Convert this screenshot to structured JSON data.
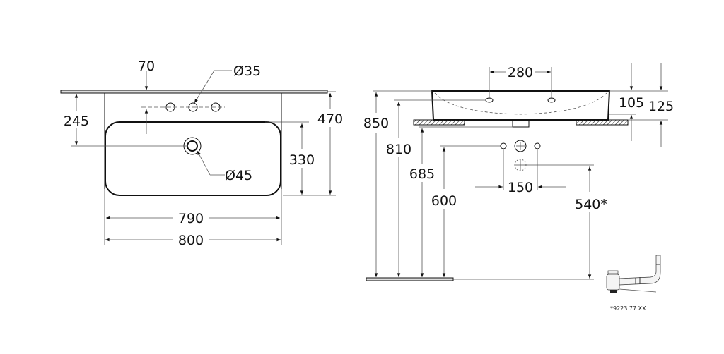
{
  "top_view": {
    "dim_tap_offset": "70",
    "dim_tap_hole": "Ø35",
    "dim_drain_depth": "245",
    "dim_drain_hole": "Ø45",
    "dim_bowl_depth": "330",
    "dim_total_depth": "470",
    "dim_bowl_width": "790",
    "dim_total_width": "800"
  },
  "side_view": {
    "dim_overflow_spacing": "280",
    "dim_rim_height": "850",
    "dim_overflow_height": "810",
    "dim_counter_height": "685",
    "dim_supply_height": "600",
    "dim_supply_spacing": "150",
    "dim_trap_height": "540*",
    "dim_basin_height": "105",
    "dim_total_height": "125"
  },
  "accessory": {
    "caption": "*9223 77 XX"
  }
}
